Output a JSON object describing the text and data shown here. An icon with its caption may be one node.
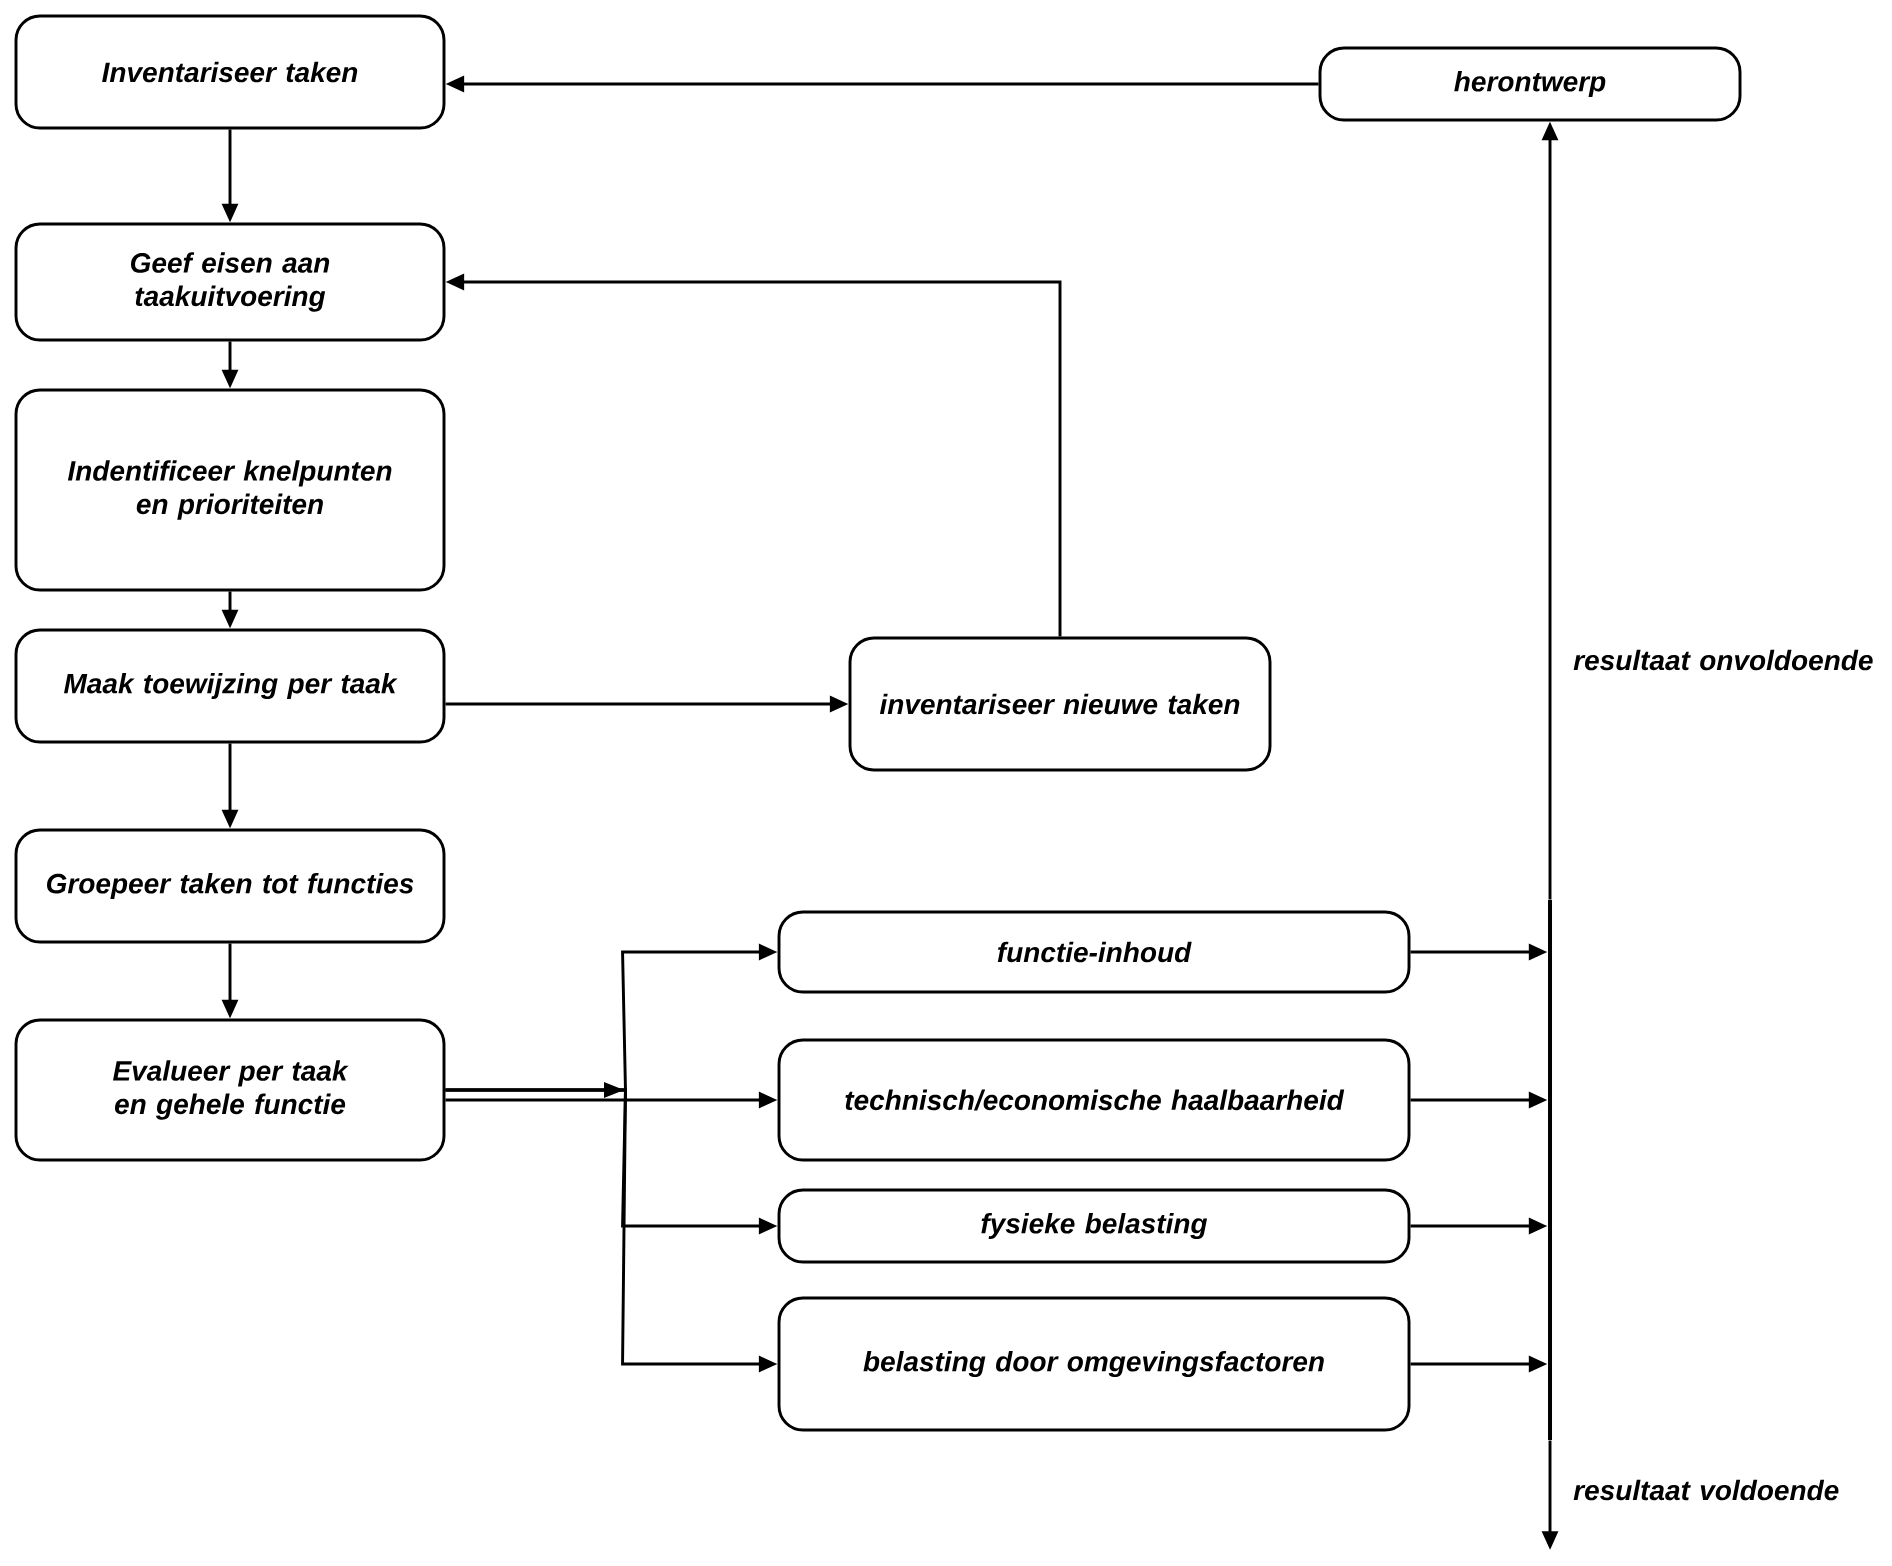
{
  "diagram": {
    "nodes": [
      {
        "text": [
          "Inventariseer taken"
        ]
      },
      {
        "text": [
          "Geef eisen aan taakuitvoering"
        ]
      },
      {
        "text": [
          "Indentificeer knelpunten en prioriteiten"
        ]
      },
      {
        "text": [
          "Maak toewijzing per taak"
        ]
      },
      {
        "text": [
          "Groepeer taken tot functies"
        ]
      },
      {
        "text": [
          "Evalueer per taak en gehele functie"
        ]
      },
      {
        "text": [
          "herontwerp"
        ]
      },
      {
        "text": [
          "inventariseer nieuwe taken"
        ]
      },
      {
        "text": [
          "functie-inhoud"
        ]
      },
      {
        "text": [
          "technisch/economische haalbaarheid"
        ]
      },
      {
        "text": [
          "fysieke belasting"
        ]
      },
      {
        "text": [
          "belasting door omgevingsfactoren"
        ]
      },
      {
        "text": [],
        "shape": "bar"
      }
    ],
    "edges": [
      {
        "from": 6,
        "to": 0,
        "arrow": "to"
      },
      {
        "from": 0,
        "to": 1,
        "arrow": "to"
      },
      {
        "from": 1,
        "to": 2,
        "arrow": "to"
      },
      {
        "from": 2,
        "to": 3,
        "arrow": "to"
      },
      {
        "from": 3,
        "to": 4,
        "arrow": "to"
      },
      {
        "from": 4,
        "to": 5,
        "arrow": "to"
      },
      {
        "from": 3,
        "to": 7,
        "arrow": "to"
      },
      {
        "from": 7,
        "to": 1,
        "arrow": "to"
      },
      {
        "from": 5,
        "to": 8,
        "arrow": "to"
      },
      {
        "from": 5,
        "to": 9,
        "arrow": "to"
      },
      {
        "from": 5,
        "to": 10,
        "arrow": "to"
      },
      {
        "from": 5,
        "to": 11,
        "arrow": "to"
      },
      {
        "from": 8,
        "to": 12,
        "arrow": "to"
      },
      {
        "from": 9,
        "to": 12,
        "arrow": "to"
      },
      {
        "from": 10,
        "to": 12,
        "arrow": "to"
      },
      {
        "from": 11,
        "to": 12,
        "arrow": "to"
      },
      {
        "from": 12,
        "to": 6,
        "arrow": "to",
        "label": "resultaat onvoldoende"
      },
      {
        "from": 12,
        "to": null,
        "arrow": "to",
        "label": "resultaat voldoende"
      }
    ]
  }
}
